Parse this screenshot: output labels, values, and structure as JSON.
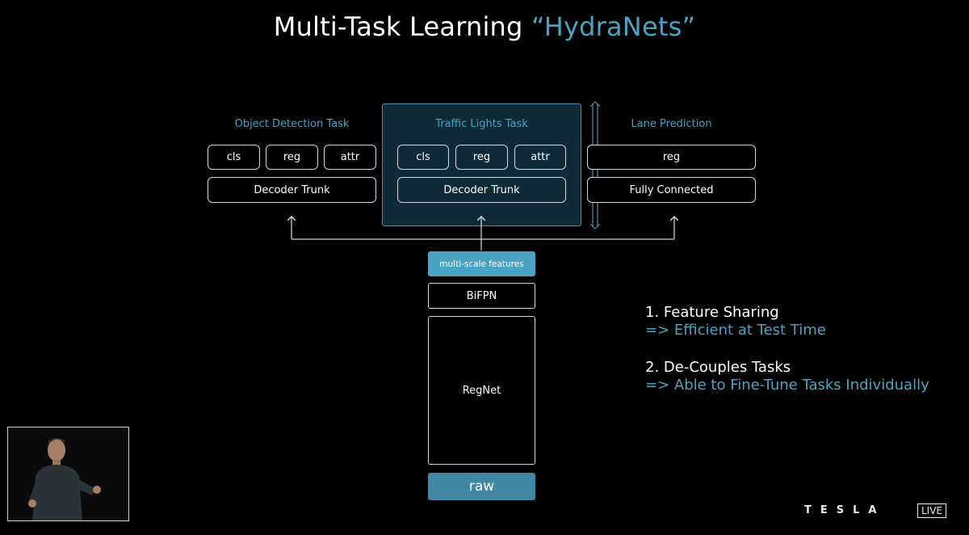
{
  "title": {
    "main": "Multi-Task Learning",
    "accent": "“HydraNets”"
  },
  "tasks": {
    "object_detection": {
      "label": "Object Detection Task",
      "heads": [
        "cls",
        "reg",
        "attr"
      ],
      "trunk": "Decoder Trunk"
    },
    "traffic_lights": {
      "label": "Traffic Lights Task",
      "heads": [
        "cls",
        "reg",
        "attr"
      ],
      "trunk": "Decoder Trunk"
    },
    "lane_prediction": {
      "label": "Lane Prediction",
      "heads": [
        "reg"
      ],
      "trunk": "Fully Connected"
    }
  },
  "backbone": {
    "features": "multi-scale features",
    "bifpn": "BiFPN",
    "regnet": "RegNet",
    "input": "raw"
  },
  "notes": [
    {
      "heading": "1. Feature Sharing",
      "detail": "=> Efficient at Test Time"
    },
    {
      "heading": "2. De-Couples Tasks",
      "detail": "=> Able to Fine-Tune Tasks Individually"
    }
  ],
  "branding": {
    "logo": "TESLA",
    "badge": "LIVE"
  },
  "colors": {
    "accent": "#4aa3c3",
    "panel": "#0d2a36",
    "background": "#000000"
  }
}
